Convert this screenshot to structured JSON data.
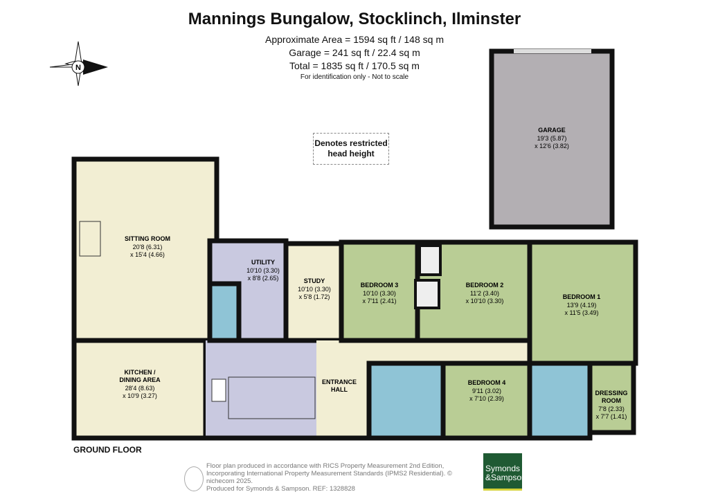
{
  "header": {
    "title": "Mannings Bungalow, Stocklinch, Ilminster",
    "areas": [
      "Approximate Area = 1594 sq ft / 148 sq m",
      "Garage = 241 sq ft / 22.4 sq m",
      "Total = 1835 sq ft / 170.5 sq m"
    ],
    "note": "For identification only - Not to scale"
  },
  "compass": {
    "label": "N",
    "icon": "compass-rose-icon"
  },
  "legend": {
    "restricted": "Denotes restricted head height"
  },
  "floor_label": "GROUND FLOOR",
  "colors": {
    "living": "#f2eed3",
    "utility": "#c9c9e0",
    "bedroom": "#b9cd95",
    "bathroom": "#8fc4d6",
    "garage": "#b3afb3",
    "wall": "#111111",
    "brand": "#1f5a33"
  },
  "rooms": [
    {
      "name": "SITTING ROOM",
      "dims": [
        "20'8 (6.31)",
        "x 15'4 (4.66)"
      ]
    },
    {
      "name": "UTILITY",
      "dims": [
        "10'10 (3.30)",
        "x 8'8 (2.65)"
      ]
    },
    {
      "name": "STUDY",
      "dims": [
        "10'10 (3.30)",
        "x 5'8 (1.72)"
      ]
    },
    {
      "name": "BEDROOM 3",
      "dims": [
        "10'10 (3.30)",
        "x 7'11 (2.41)"
      ]
    },
    {
      "name": "BEDROOM 2",
      "dims": [
        "11'2 (3.40)",
        "x 10'10 (3.30)"
      ]
    },
    {
      "name": "BEDROOM 1",
      "dims": [
        "13'9 (4.19)",
        "x 11'5 (3.49)"
      ]
    },
    {
      "name": "KITCHEN /",
      "name2": "DINING AREA",
      "dims": [
        "28'4 (8.63)",
        "x 10'9 (3.27)"
      ]
    },
    {
      "name": "ENTRANCE",
      "name2": "HALL",
      "dims": []
    },
    {
      "name": "BEDROOM 4",
      "dims": [
        "9'11 (3.02)",
        "x 7'10 (2.39)"
      ]
    },
    {
      "name": "DRESSING",
      "name2": "ROOM",
      "dims": [
        "7'8 (2.33)",
        "x 7'7 (1.41)"
      ]
    },
    {
      "name": "GARAGE",
      "dims": [
        "19'3 (5.87)",
        "x 12'6 (3.82)"
      ]
    }
  ],
  "footer": {
    "lines": [
      "Floor plan produced in accordance with RICS Property Measurement 2nd Edition,",
      "Incorporating International Property Measurement Standards (IPMS2 Residential).   © nichecom 2025.",
      "Produced for Symonds & Sampson.   REF:  1328828"
    ],
    "logo": [
      "Symonds",
      "&Sampson"
    ]
  }
}
